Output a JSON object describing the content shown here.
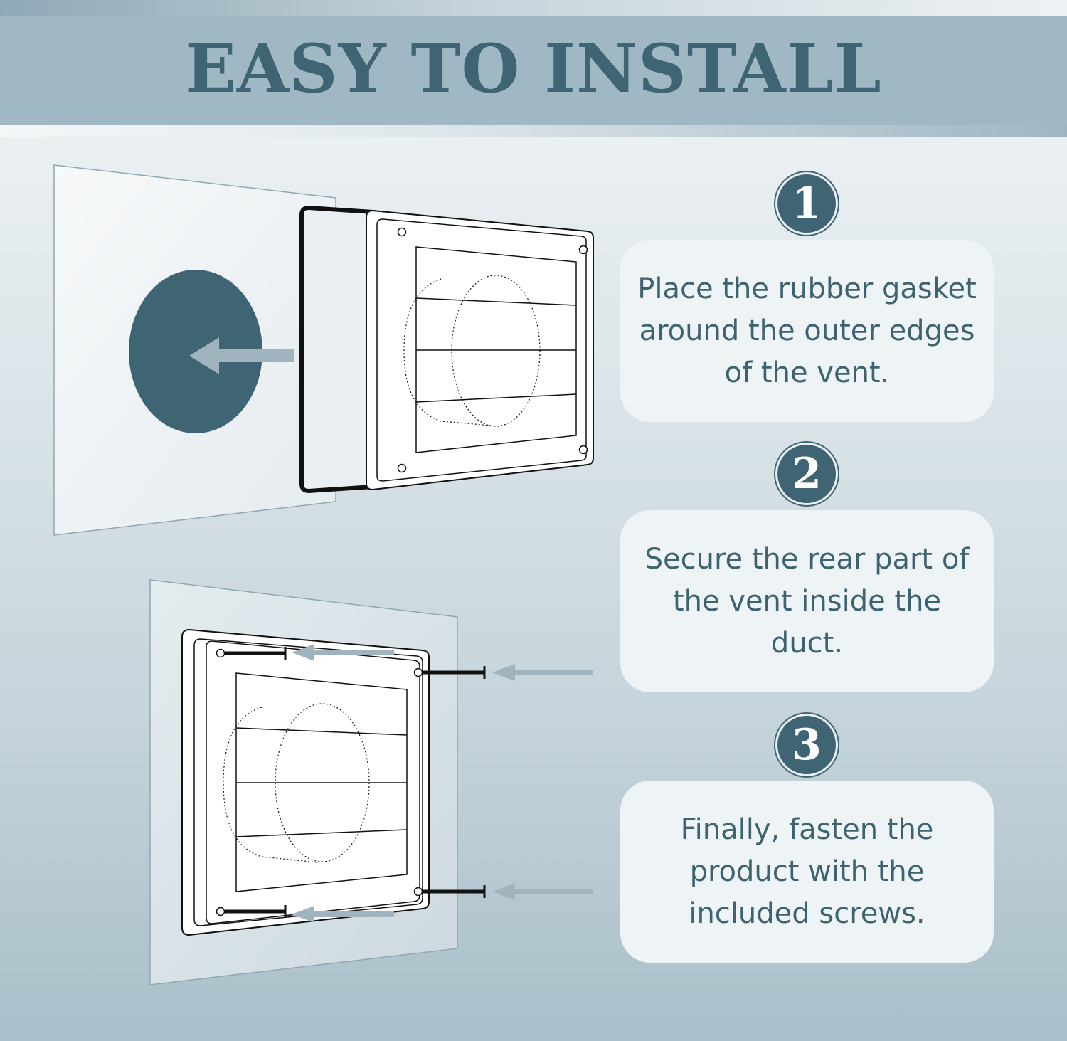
{
  "header": {
    "title": "EASY TO INSTALL"
  },
  "steps": [
    {
      "number": "1",
      "text": "Place the rubber gasket around the outer edges of the vent."
    },
    {
      "number": "2",
      "text": "Secure the rear part of the vent inside the duct."
    },
    {
      "number": "3",
      "text": "Finally, fasten the product with the included screws."
    }
  ],
  "colors": {
    "accent": "#3f6473",
    "header_band": "#a0b8c3",
    "card": "#eef3f5",
    "arrow": "#9fb4be"
  }
}
